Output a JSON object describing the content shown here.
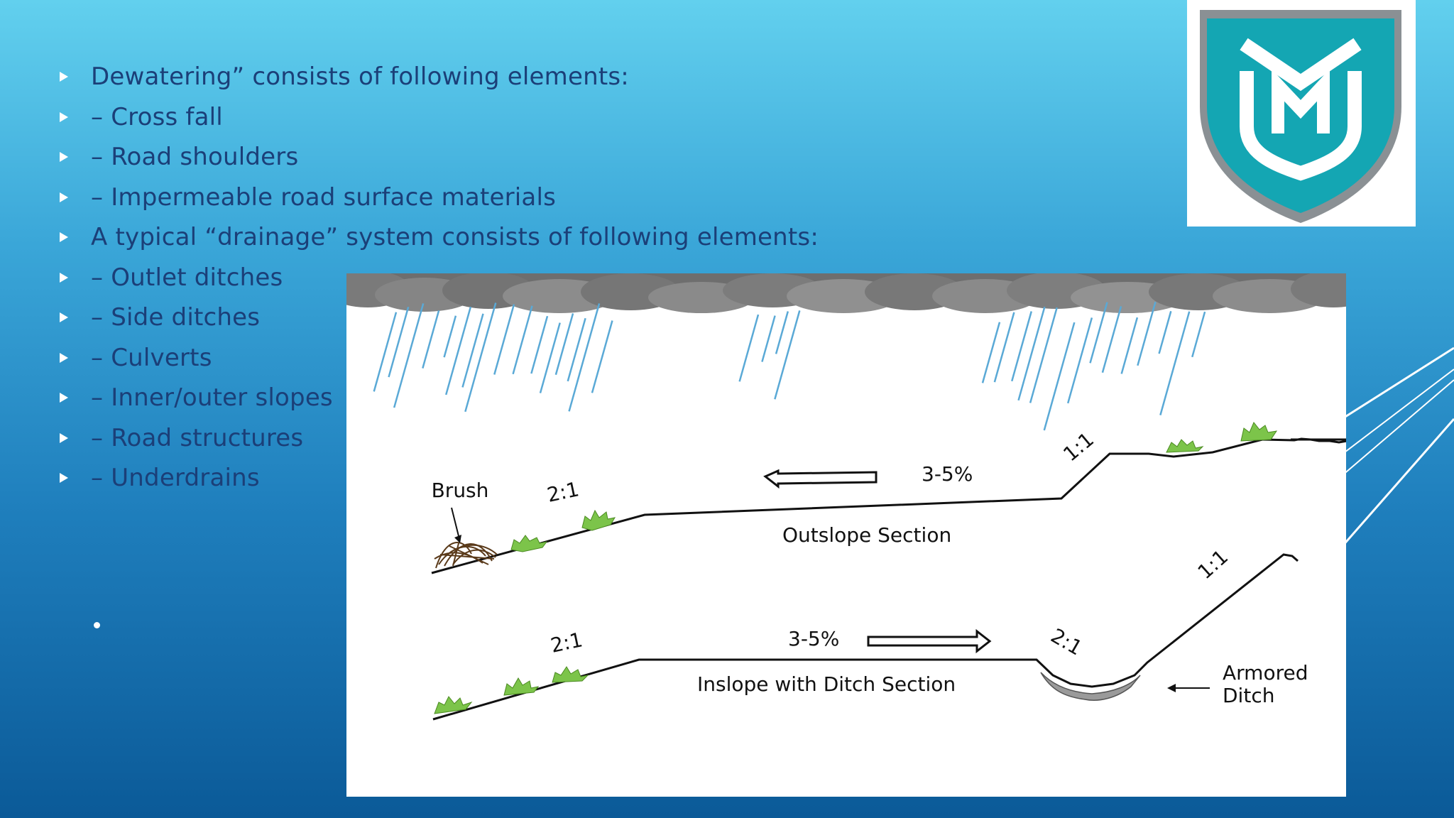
{
  "bullets": [
    "Dewatering” consists of following elements:",
    "– Cross fall",
    "– Road shoulders",
    "– Impermeable road surface materials",
    "A typical “drainage” system consists of following elements:",
    "– Outlet ditches",
    "– Side ditches",
    "– Culverts",
    "– Inner/outer slopes",
    "– Road structures",
    "– Underdrains"
  ],
  "logo": {
    "shape": "shield",
    "letter": "M",
    "colors": {
      "border": "#8a9094",
      "fill": "#14a6b3",
      "letter": "#ffffff"
    }
  },
  "diagram": {
    "outslope": {
      "brush_label": "Brush",
      "left_slope": "2:1",
      "grade": "3-5%",
      "right_slope": "1:1",
      "section_title": "Outslope Section"
    },
    "inslope": {
      "left_slope": "2:1",
      "grade": "3-5%",
      "ditch_slope": "2:1",
      "right_slope": "1:1",
      "section_title": "Inslope with Ditch Section",
      "armored_label_1": "Armored",
      "armored_label_2": "Ditch"
    }
  },
  "colors": {
    "bullet_text": "#1b3f78",
    "rain": "#5aa9d6",
    "vegetation": "#7cc44a"
  }
}
